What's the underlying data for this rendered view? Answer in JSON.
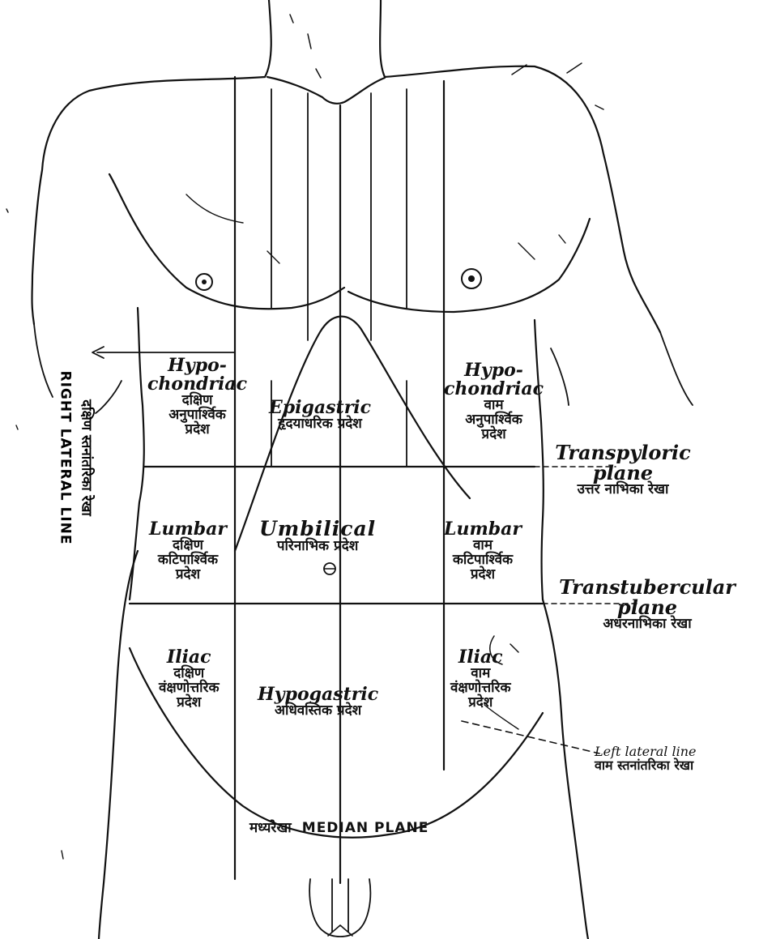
{
  "regions": {
    "right_hypochondriac": {
      "name": "Hypo-\nchondriac",
      "line1": "दक्षिण",
      "line2": "अनुपार्श्विक",
      "line3": "प्रदेश"
    },
    "epigastric": {
      "name": "Epigastric",
      "line1": "हृदयाधरिक प्रदेश"
    },
    "left_hypochondriac": {
      "name": "Hypo-\nchondriac",
      "line1": "वाम",
      "line2": "अनुपार्श्विक",
      "line3": "प्रदेश"
    },
    "right_lumbar": {
      "name": "Lumbar",
      "line1": "दक्षिण",
      "line2": "कटिपार्श्विक",
      "line3": "प्रदेश"
    },
    "umbilical": {
      "name": "Umbilical",
      "line1": "परिनाभिक प्रदेश"
    },
    "left_lumbar": {
      "name": "Lumbar",
      "line1": "वाम",
      "line2": "कटिपार्श्विक",
      "line3": "प्रदेश"
    },
    "right_iliac": {
      "name": "Iliac",
      "line1": "दक्षिण",
      "line2": "वंक्षणोत्तरिक",
      "line3": "प्रदेश"
    },
    "hypogastric": {
      "name": "Hypogastric",
      "line1": "अधिवस्तिक प्रदेश"
    },
    "left_iliac": {
      "name": "Iliac",
      "line1": "वाम",
      "line2": "वंक्षणोत्तरिक",
      "line3": "प्रदेश"
    }
  },
  "planes": {
    "transpyloric": {
      "name": "Transpyloric",
      "name2": "plane",
      "hindi": "उत्तर नाभिका रेखा"
    },
    "transtubercular": {
      "name": "Transtubercular",
      "name2": "plane",
      "hindi": "अधरनाभिका रेखा"
    },
    "left_lateral": {
      "name": "Left lateral line",
      "hindi": "वाम स्तनांतरिका रेखा"
    },
    "median": {
      "hindi": "मध्यरेखा",
      "name": "MEDIAN PLANE"
    },
    "right_lateral": {
      "hindi": "दक्षिण स्तनांतरिका रेखा",
      "name": "RIGHT LATERAL LINE"
    }
  }
}
